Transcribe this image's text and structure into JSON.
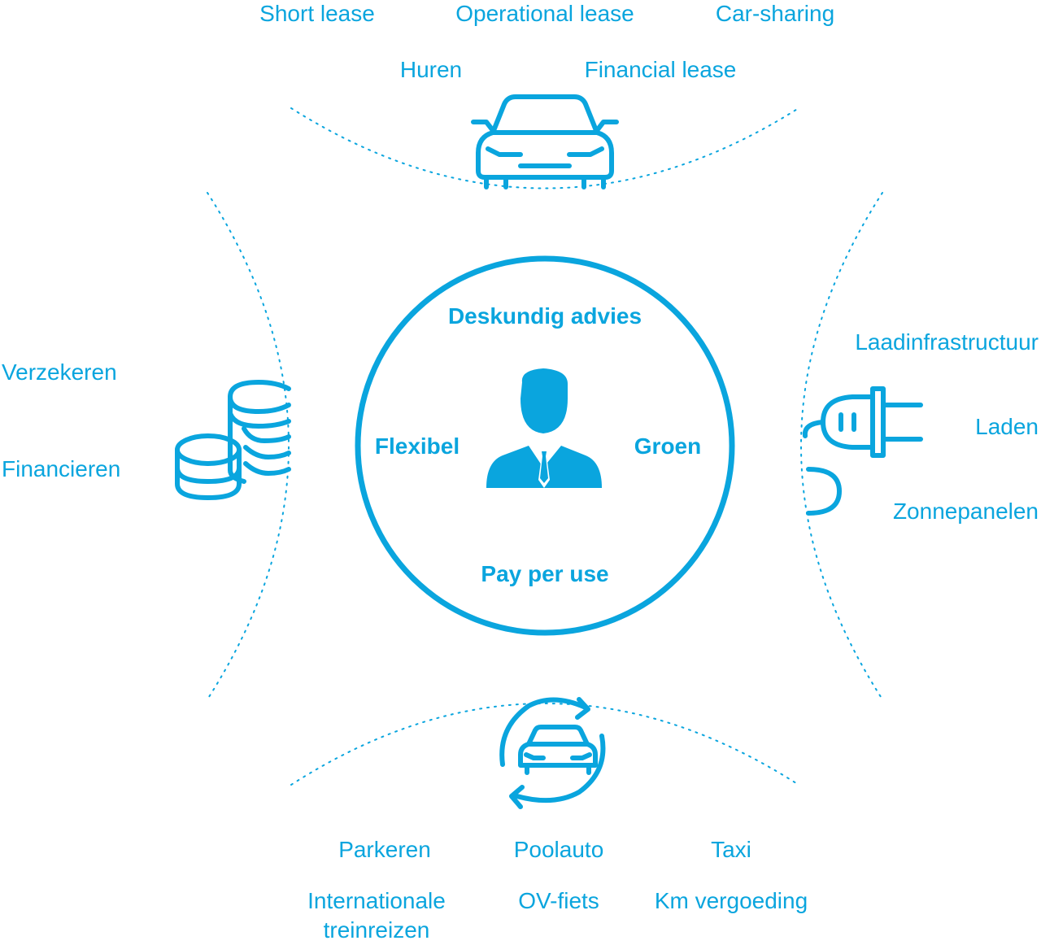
{
  "color": "#0aa5de",
  "center": {
    "top": "Deskundig advies",
    "left": "Flexibel",
    "right": "Groen",
    "bottom": "Pay per use",
    "icon": "person-icon"
  },
  "top_group": {
    "icon": "car-icon",
    "items": [
      "Short lease",
      "Operational lease",
      "Car-sharing",
      "Huren",
      "Financial lease"
    ]
  },
  "left_group": {
    "icon": "coins-icon",
    "items": [
      "Verzekeren",
      "Financieren"
    ]
  },
  "right_group": {
    "icon": "plug-icon",
    "items": [
      "Laadinfrastructuur",
      "Laden",
      "Zonnepanelen"
    ]
  },
  "bottom_group": {
    "icon": "car-sharing-cycle-icon",
    "items": [
      "Parkeren",
      "Poolauto",
      "Taxi",
      "Internationale\ntreinreizen",
      "OV-fiets",
      "Km vergoeding"
    ]
  }
}
